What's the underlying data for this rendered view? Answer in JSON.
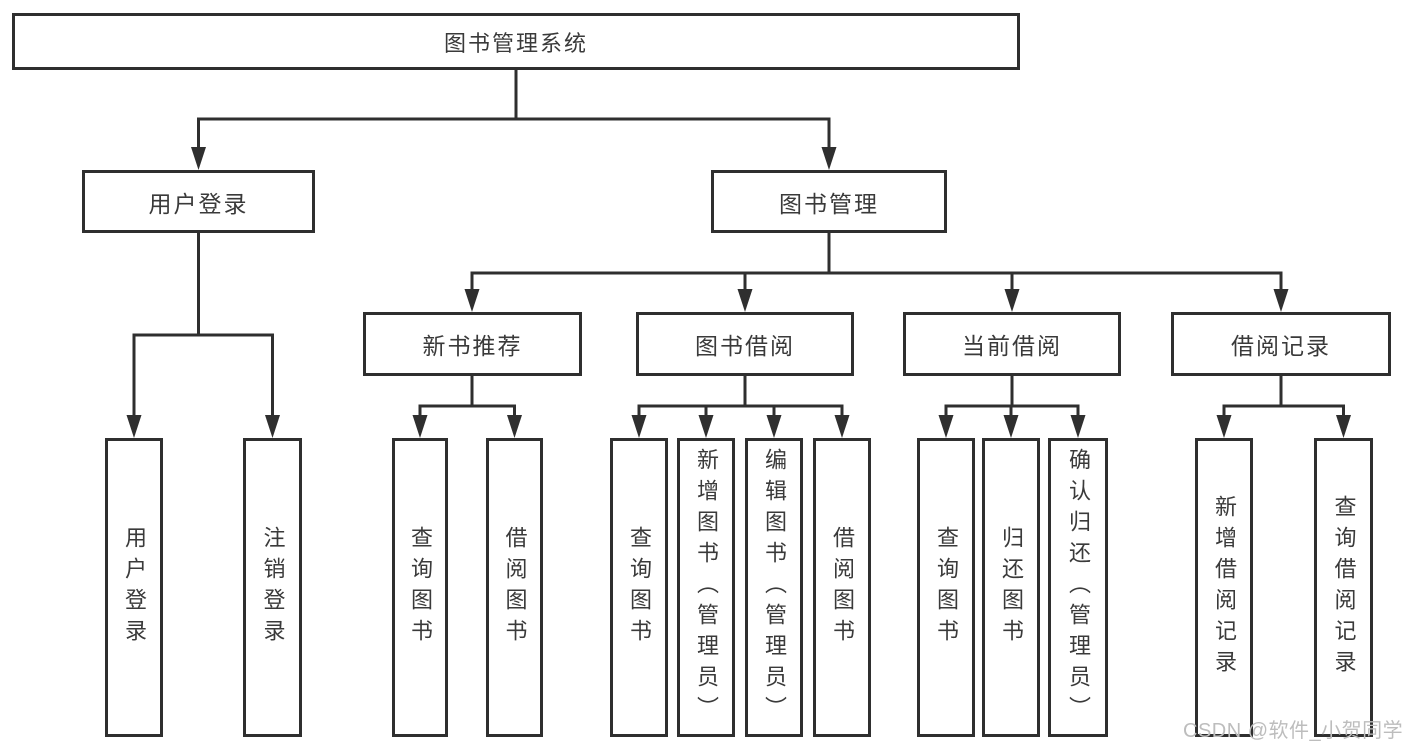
{
  "tree": {
    "root_label": "图书管理系统",
    "branches": [
      {
        "label": "用户登录",
        "leaves": [
          {
            "label": "用户登录"
          },
          {
            "label": "注销登录"
          }
        ]
      },
      {
        "label": "图书管理",
        "groups": [
          {
            "label": "新书推荐",
            "leaves": [
              {
                "label": "查询图书"
              },
              {
                "label": "借阅图书"
              }
            ]
          },
          {
            "label": "图书借阅",
            "leaves": [
              {
                "label": "查询图书"
              },
              {
                "label": "新增图书（管理员）"
              },
              {
                "label": "编辑图书（管理员）"
              },
              {
                "label": "借阅图书"
              }
            ]
          },
          {
            "label": "当前借阅",
            "leaves": [
              {
                "label": "查询图书"
              },
              {
                "label": "归还图书"
              },
              {
                "label": "确认归还（管理员）"
              }
            ]
          },
          {
            "label": "借阅记录",
            "leaves": [
              {
                "label": "新增借阅记录"
              },
              {
                "label": "查询借阅记录"
              }
            ]
          }
        ]
      }
    ]
  },
  "watermark": {
    "text": "CSDN @软件_小贺同学"
  },
  "colors": {
    "line": "#2f2f2f",
    "text": "#3a3a3a",
    "background": "#ffffff",
    "watermark": "#bdbdbd"
  }
}
